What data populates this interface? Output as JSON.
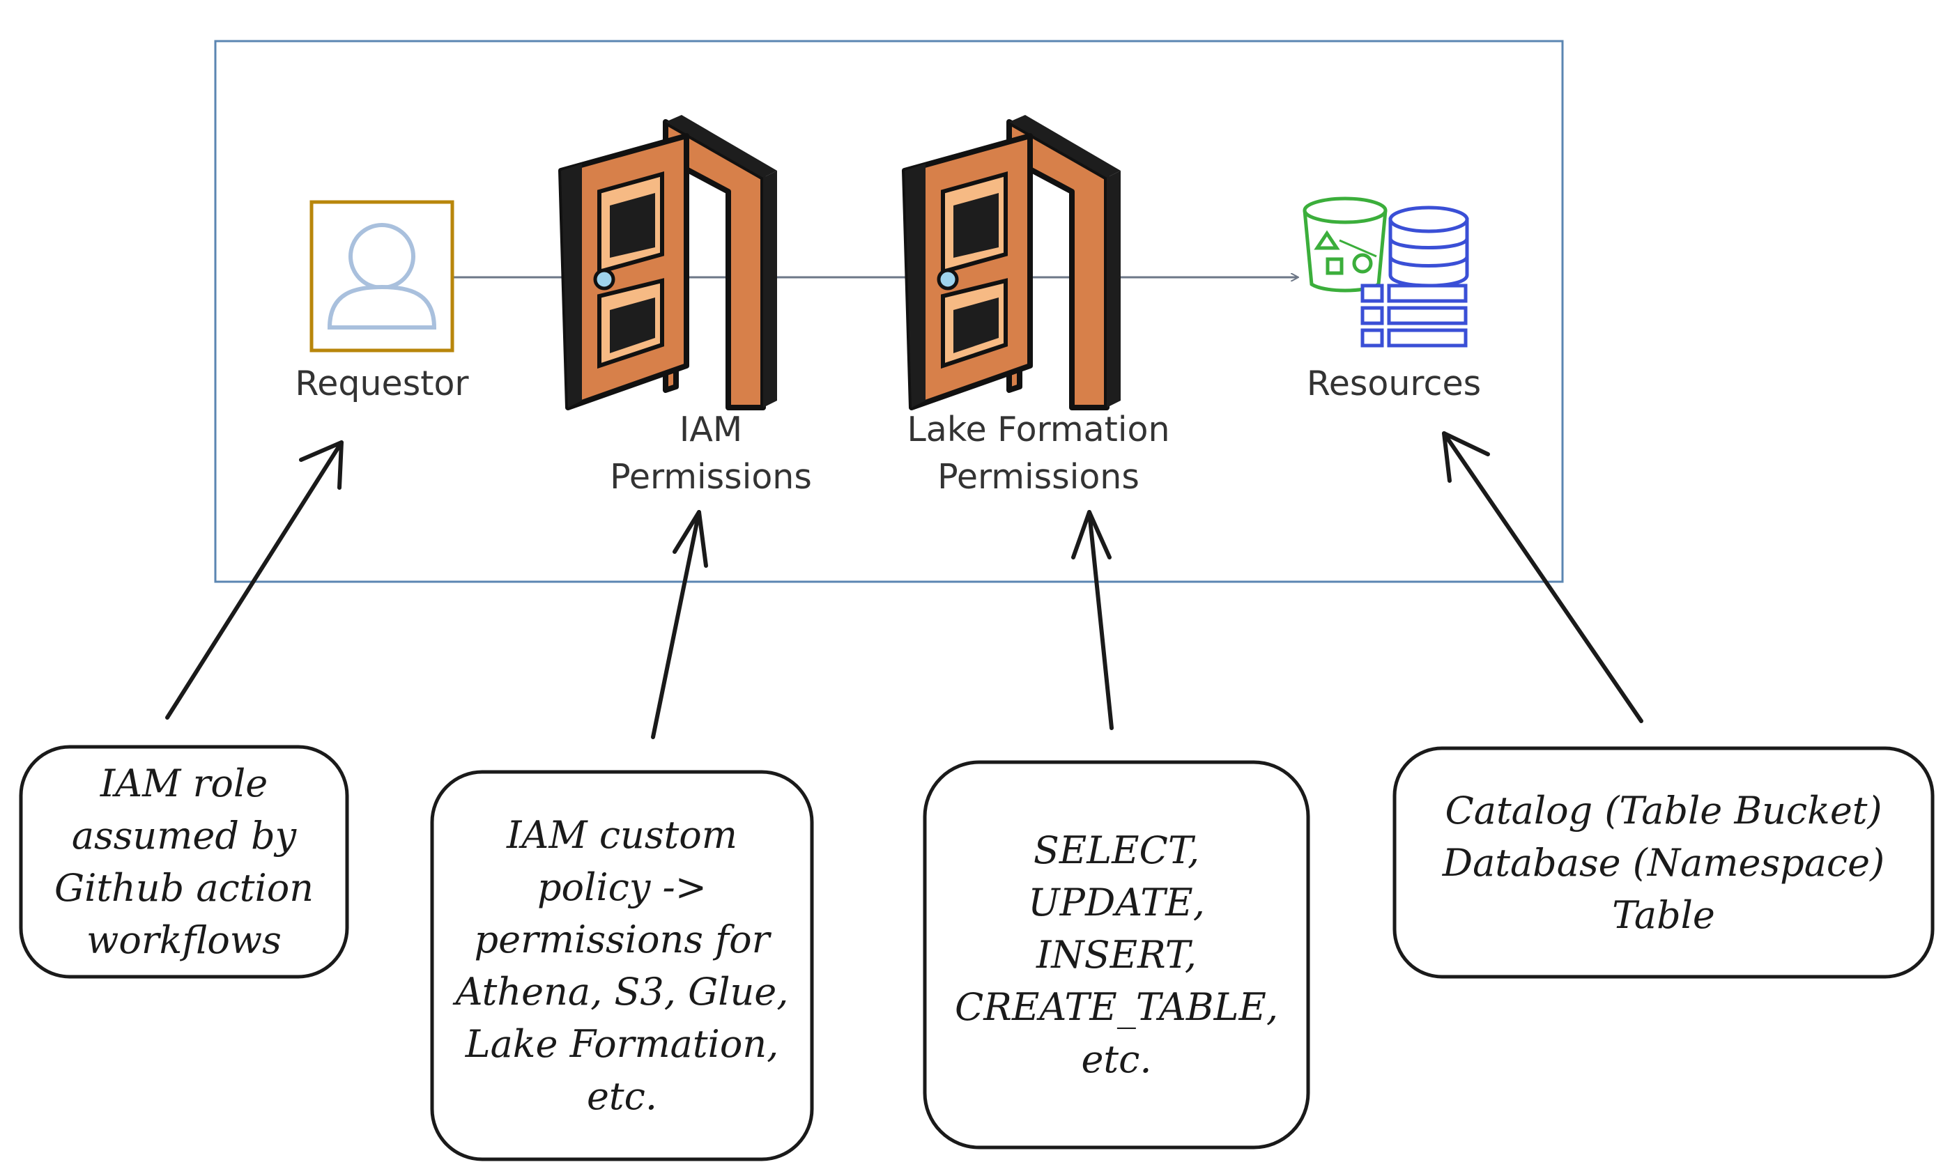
{
  "diagram": {
    "nodes": {
      "requestor": {
        "label": "Requestor",
        "icon": "user-icon"
      },
      "iam_permissions": {
        "label_lines": [
          "IAM",
          "Permissions"
        ],
        "icon": "door-icon"
      },
      "lake_formation_permissions": {
        "label_lines": [
          "Lake Formation",
          "Permissions"
        ],
        "icon": "door-icon"
      },
      "resources": {
        "label": "Resources",
        "icon": "database-bucket-icon"
      }
    },
    "notes": [
      {
        "lines": [
          "IAM role",
          "assumed by",
          "Github action",
          "workflows"
        ]
      },
      {
        "lines": [
          "IAM custom",
          "policy ->",
          "permissions for",
          "Athena, S3, Glue,",
          "Lake Formation,",
          "etc."
        ]
      },
      {
        "lines": [
          "SELECT,",
          "UPDATE,",
          "INSERT,",
          "CREATE_TABLE,",
          "etc."
        ]
      },
      {
        "lines": [
          "Catalog (Table Bucket)",
          "Database (Namespace)",
          "Table"
        ]
      }
    ]
  },
  "colors": {
    "frame": "#5b86b2",
    "user_border": "#b8860b",
    "user_fill": "#a9c0dd",
    "door_fill": "#d7804a",
    "door_panel": "#f6ba84",
    "bucket": "#3bae3b",
    "database": "#3a4fd6",
    "ink": "#1a1a1a"
  }
}
